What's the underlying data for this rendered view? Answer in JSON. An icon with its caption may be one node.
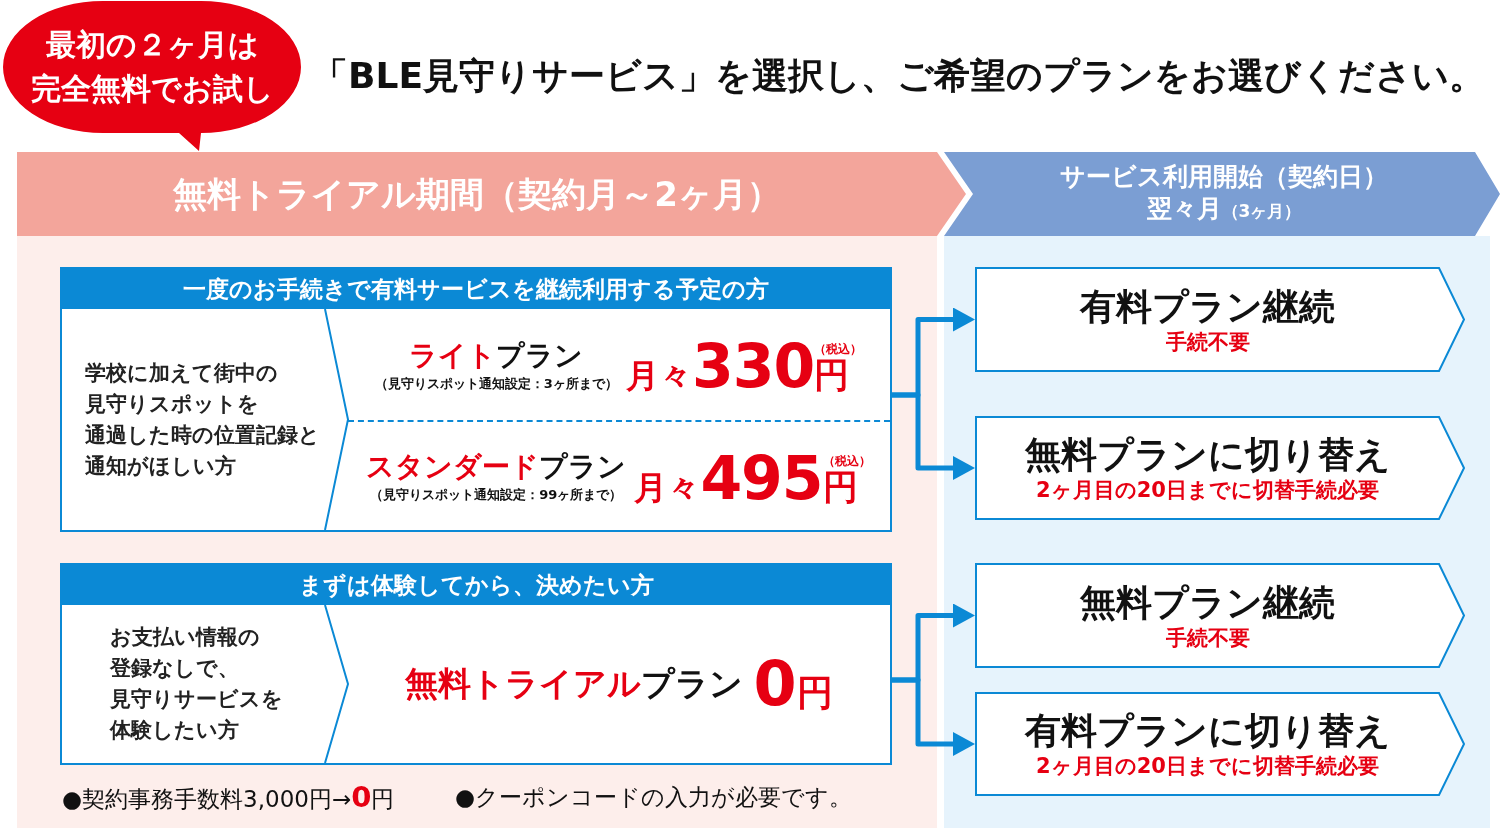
{
  "diagram": {
    "title": "「BLE見守りサービス」を選択し、ご希望のプランをお選びください。",
    "nodes": [
      {
        "text": [
          "最初の２ヶ月は完全無料でお試し"
        ]
      },
      {
        "text": [
          "無料トライアル期間（契約月～2ヶ月）"
        ]
      },
      {
        "text": [
          "サービス利用開始（契約日）",
          "翌々月",
          "（3ヶ月）"
        ]
      },
      {
        "text": [
          "一度のお手続きで有料サービスを継続利用する予定の方",
          "学校に加えて街中の見守りスポットを通過した時の位置記録と通知がほしい方"
        ],
        "in": 1
      },
      {
        "text": [
          "**ライト**プラン",
          "（見守りスポット通知設定：3ヶ所まで）",
          "月々",
          "330",
          "（税込）",
          "円"
        ],
        "in": 3
      },
      {
        "text": [
          "**スタンダード**プラン",
          "（見守りスポット通知設定：99ヶ所まで）",
          "月々",
          "495",
          "（税込）",
          "円"
        ],
        "in": 3
      },
      {
        "text": [
          "まずは体験してから、決めたい方",
          "お支払い情報の登録なしで、見守りサービスを体験したい方"
        ],
        "in": 1
      },
      {
        "text": [
          "**無料トライアル**プラン",
          "0",
          "円"
        ],
        "in": 6
      },
      {
        "text": [
          "有料プラン継続",
          "手続不要"
        ],
        "in": 2
      },
      {
        "text": [
          "無料プランに切り替え",
          "2ヶ月目の20日までに切替手続必要"
        ],
        "in": 2
      },
      {
        "text": [
          "無料プラン継続",
          "手続不要"
        ],
        "in": 2
      },
      {
        "text": [
          "有料プランに切り替え",
          "2ヶ月目の20日までに切替手続必要"
        ],
        "in": 2
      }
    ],
    "edges": [
      {
        "from": 3,
        "to": 8,
        "arrow": "to"
      },
      {
        "from": 3,
        "to": 9,
        "arrow": "to"
      },
      {
        "from": 6,
        "to": 10,
        "arrow": "to"
      },
      {
        "from": 6,
        "to": 11,
        "arrow": "to"
      }
    ],
    "labels": [
      "●契約事務手数料3,000円→**0**円",
      "●クーポンコードの入力が必要です。"
    ]
  }
}
